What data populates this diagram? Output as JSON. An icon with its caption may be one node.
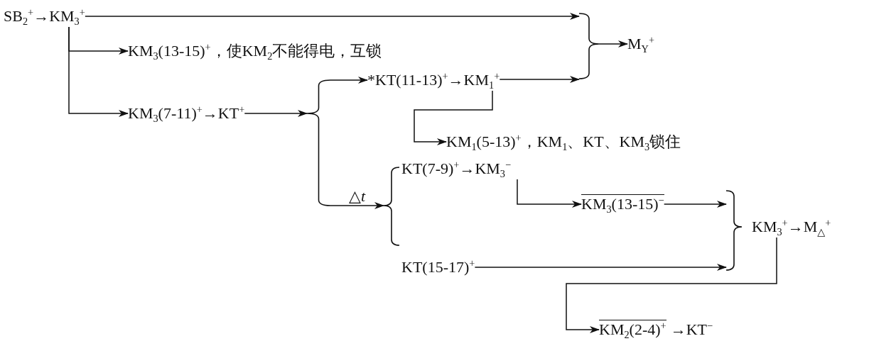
{
  "diagram": {
    "nodes": [
      {
        "text": [
          "SB$_{2}$$^{+}$→KM$_{3}$$^{+}$"
        ]
      },
      {
        "text": [
          "KM$_{3}$(13-15)$^{+}$，使KM$_{2}$不能得电，互锁"
        ]
      },
      {
        "text": [
          "KM$_{3}$(7-11)$^{+}$→KT$^{+}$"
        ]
      },
      {
        "text": [],
        "shape": "brace"
      },
      {
        "text": [
          "*KT(11-13)$^{+}$→KM$_{1}$$^{+}$"
        ]
      },
      {
        "text": [],
        "shape": "brace"
      },
      {
        "text": [
          "M$_{Y}$$^{+}$"
        ]
      },
      {
        "text": [
          "KM$_{1}$(5-13)$^{+}$，KM$_{1}$、KT、KM$_{3}$锁住"
        ]
      },
      {
        "text": [],
        "shape": "brace"
      },
      {
        "text": [
          "KT(7-9)$^{+}$→KM$_{3}$$^{−}$"
        ]
      },
      {
        "text": [
          "KM$_{3}$(13-15)$^{−}$"
        ]
      },
      {
        "text": [
          "KT(15-17)$^{+}$"
        ]
      },
      {
        "text": [],
        "shape": "brace"
      },
      {
        "text": [
          "KM$_{3}$$^{+}$→M$_{△}$$^{+}$"
        ]
      },
      {
        "text": [
          "KM$_{2}$(2-4)$^{+}$",
          "→KT$^{−}$"
        ]
      }
    ],
    "edges": [
      {
        "from": 0,
        "to": 5,
        "arrow": "to"
      },
      {
        "from": 0,
        "to": 1,
        "arrow": "to"
      },
      {
        "from": 0,
        "to": 2,
        "arrow": "to"
      },
      {
        "from": 2,
        "to": 3,
        "arrow": "to"
      },
      {
        "from": 3,
        "to": 4,
        "arrow": "to"
      },
      {
        "from": 4,
        "to": 5,
        "arrow": "to"
      },
      {
        "from": 5,
        "to": 6,
        "arrow": "to"
      },
      {
        "from": 4,
        "to": 7,
        "arrow": "to"
      },
      {
        "from": 3,
        "to": 8,
        "arrow": "to",
        "label": "△*t*"
      },
      {
        "from": 9,
        "to": 10,
        "arrow": "to"
      },
      {
        "from": 10,
        "to": 12,
        "arrow": "to"
      },
      {
        "from": 11,
        "to": 12,
        "arrow": "to"
      },
      {
        "from": 13,
        "to": 14,
        "arrow": "to"
      }
    ]
  }
}
